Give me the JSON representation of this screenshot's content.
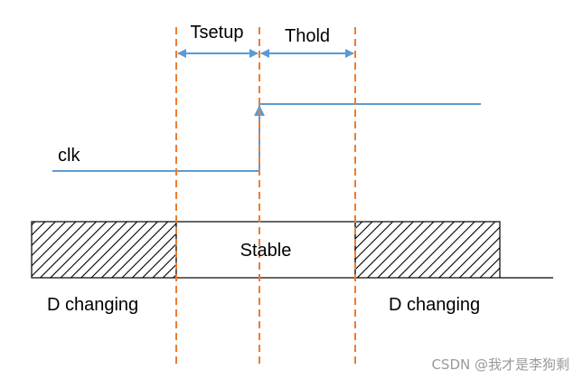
{
  "labels": {
    "tsetup": "Tsetup",
    "thold": "Thold",
    "clk": "clk",
    "stable": "Stable",
    "d_changing_left": "D changing",
    "d_changing_right": "D changing"
  },
  "watermark": "CSDN @我才是李狗剩",
  "colors": {
    "clock_line": "#5b9bd5",
    "dashed_marker": "#ed7d31",
    "arrow": "#5b9bd5",
    "data_outline": "#000000",
    "hatch": "#000000"
  }
}
